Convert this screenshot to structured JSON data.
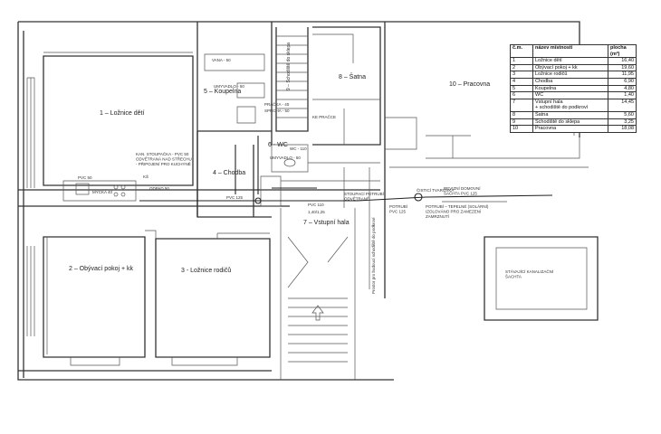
{
  "rooms": {
    "r1": "1 – Ložnice dětí",
    "r2": "2 – Obývací pokoj + kk",
    "r3": "3 - Ložnice rodičů",
    "r4": "4 – Chodba",
    "r5": "5 – Koupelna",
    "r6": "6 - WC",
    "r7": "7 – Vstupní hala",
    "r8": "8 – Šatna",
    "r9": "9 – Schodiště do sklepa",
    "r10": "10 – Pracovna"
  },
  "area_table": {
    "headers": [
      "č.m.",
      "název místnosti",
      "plocha (m²)"
    ],
    "rows": [
      [
        "1",
        "Ložnice dětí",
        "16,40"
      ],
      [
        "2",
        "Obývací pokoj + kk",
        "19,60"
      ],
      [
        "3",
        "Ložnice rodičů",
        "11,95"
      ],
      [
        "4",
        "Chodba",
        "6,90"
      ],
      [
        "5",
        "Koupelna",
        "4,80"
      ],
      [
        "6",
        "WC",
        "1,40"
      ],
      [
        "7",
        "Vstupní hala\n+ schodiště do podkroví",
        "14,45"
      ],
      [
        "8",
        "Šatna",
        "5,60"
      ],
      [
        "9",
        "Schodiště do sklepa",
        "3,25"
      ],
      [
        "10",
        "Pracovna",
        "18,08"
      ]
    ]
  },
  "annotations": {
    "vana": "VANA - 50",
    "umyvadlo": "UMYVADLO - 50",
    "pracka": "PRAČKA - 40",
    "sprcha": "SPRCHA - 50",
    "ke_pracce": "KE PRAČCE",
    "wc": "WC - 110",
    "umyvadlo_wc": "UMYVADLO - 50",
    "pvc_50": "PVC 50",
    "pvc_125": "PVC 125",
    "pvc_110": "PVC 110",
    "ks": "KŠ",
    "kuchyn_note": "KAN. STOUPAČKA - PVC 50\nODVĚTRANÁ NAD STŘECHU\n- PŘIPOJENÍ PRO KUCHYNĚ",
    "myckar": "MYČKA 40",
    "odpad": "ODPAD 50",
    "stoup_note": "STOUPACÍ POTRUBÍ\nODVĚTRANÉ",
    "cistici": "ČISTICÍ TVAROVKA",
    "revizni": "REVIZNÍ DOMOVNÍ\nŠACHTA PVC 125",
    "potrubi_vlevo": "POTRUBÍ\nPVC 125",
    "potrubi_right": "POTRUBÍ – TEPELNÉ (SOLÁRNÍ)\nIZOLOVÁNO PRO ZAMEZENÍ\nZAMRZNUTÍ",
    "rev_dim": "1,40/1,25",
    "sachta": "STÁVAJÍCÍ KANALIZAČNÍ\nŠACHTA",
    "podkrovi": "Prostor pro budoucí schodiště do podkroví"
  }
}
